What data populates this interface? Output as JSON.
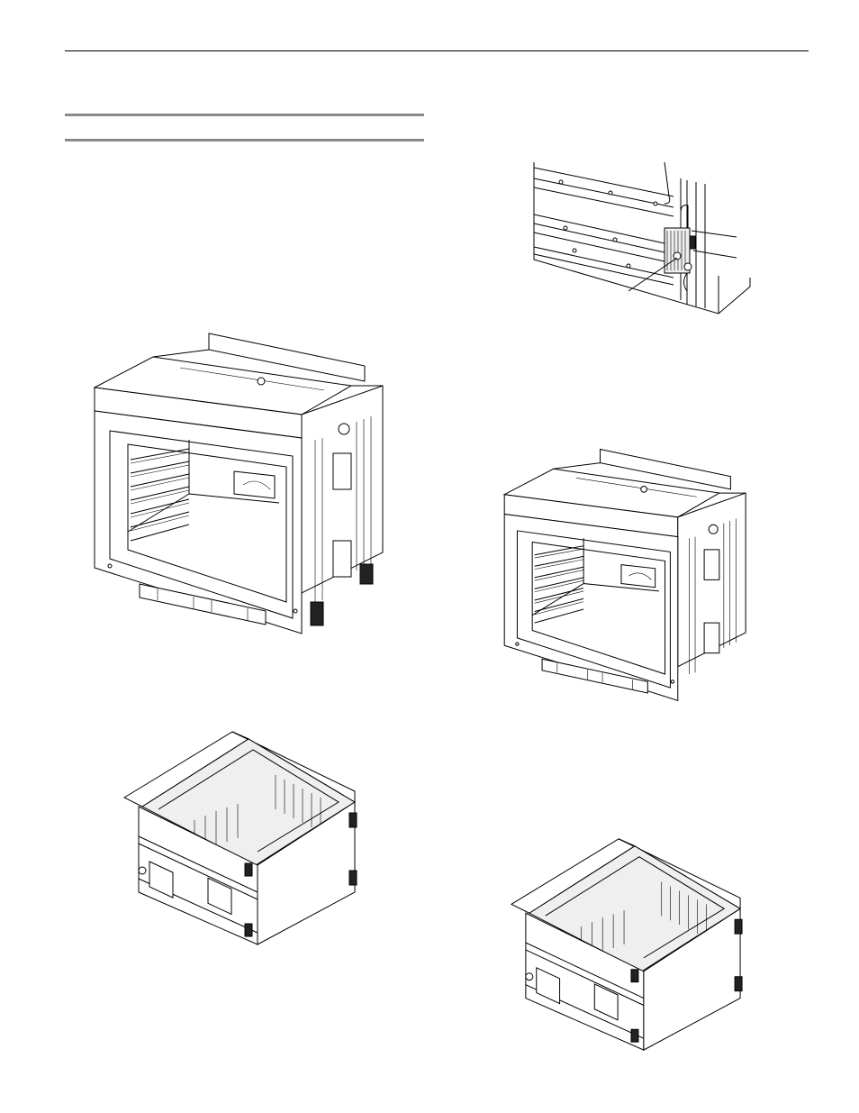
{
  "page": {
    "header_rule": true,
    "section_rules": 2
  },
  "figures": [
    {
      "id": "fig-detail-bracket",
      "icon": "oven-mounting-bracket-detail",
      "callouts": 3
    },
    {
      "id": "fig-oven-front-left",
      "icon": "oven-cavity-front-view"
    },
    {
      "id": "fig-oven-front-right",
      "icon": "oven-cavity-front-view"
    },
    {
      "id": "fig-oven-rear-left",
      "icon": "oven-cavity-rear-view"
    },
    {
      "id": "fig-oven-rear-right",
      "icon": "oven-cavity-rear-view"
    }
  ]
}
